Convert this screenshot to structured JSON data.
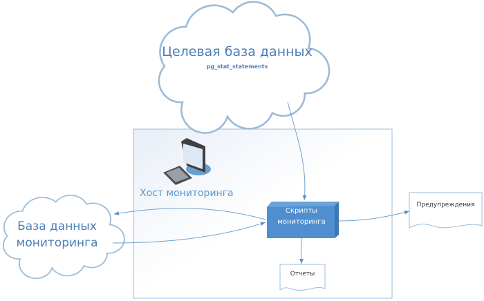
{
  "target_db": {
    "title": "Целевая база данных",
    "subtitle": "pg_stat_statements"
  },
  "monitoring_db": {
    "line1": "База данных",
    "line2": "мониторинга"
  },
  "host": {
    "label": "Хост мониторинга"
  },
  "scripts": {
    "line1": "Скрипты",
    "line2": "мониторинга"
  },
  "reports": {
    "label": "Отчеты"
  },
  "warnings": {
    "label": "Предупреждения"
  },
  "colors": {
    "line": "#6fa0cc",
    "block": "#4f8fcf",
    "text": "#4a7fb5"
  }
}
